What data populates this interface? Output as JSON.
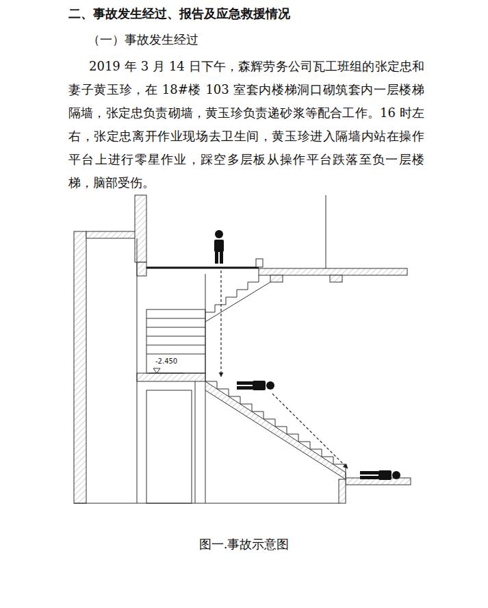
{
  "diagram": {
    "title": "二、事故发生经过、报告及应急救援情况",
    "caption": "图一.事故示意图",
    "labels": [
      "（一）事故发生经过",
      "2019 年 3 月 14 日下午，森辉劳务公司瓦工班组的张定忠和妻子黄玉珍，在 18#楼 103 室套内楼梯洞口砌筑套内一层楼梯隔墙，张定忠负责砌墙，黄玉珍负责递砂浆等配合工作。16 时左右，张定忠离开作业现场去卫生间，黄玉珍进入隔墙内站在操作平台上进行零星作业，踩空多层板从操作平台跌落至负一层楼梯，脑部受伤。",
      "-2.450"
    ]
  }
}
